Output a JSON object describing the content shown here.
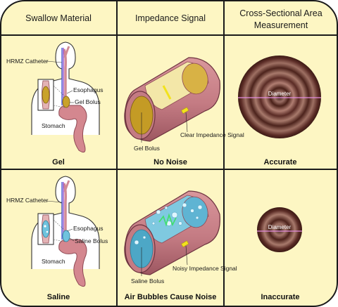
{
  "headers": {
    "col1": "Swallow Material",
    "col2": "Impedance Signal",
    "col3_line1": "Cross-Sectional Area",
    "col3_line2": "Measurement"
  },
  "rows": [
    {
      "catheter_label": "HRMZ Catheter",
      "esophagus_label": "Esophagus",
      "bolus_label": "Gel Bolus",
      "stomach_label": "Stomach",
      "material": "Gel",
      "tube_bolus_label": "Gel Bolus",
      "signal_label": "Clear Impedance Signal",
      "signal_caption": "No Noise",
      "diameter_label": "Diameter",
      "area_caption": "Accurate"
    },
    {
      "catheter_label": "HRMZ Catheter",
      "esophagus_label": "Esophagus",
      "bolus_label": "Saline Bolus",
      "stomach_label": "Stomach",
      "material": "Saline",
      "tube_bolus_label": "Saline Bolus",
      "signal_label": "Noisy Impedance Signal",
      "signal_caption": "Air Bubbles Cause Noise",
      "diameter_label": "Diameter",
      "area_caption": "Inaccurate"
    }
  ],
  "colors": {
    "panel_fill": "#fdf6c3",
    "border": "#1a1a1a",
    "tissue": "#c98389",
    "tissue_dark": "#8f4a55",
    "gel_bolus": "#c9a22a",
    "saline_bolus": "#6fc3de",
    "signal_marker": "#f2e21c",
    "area_ring": "#5a2b25",
    "diameter_line": "#e48ee0"
  }
}
